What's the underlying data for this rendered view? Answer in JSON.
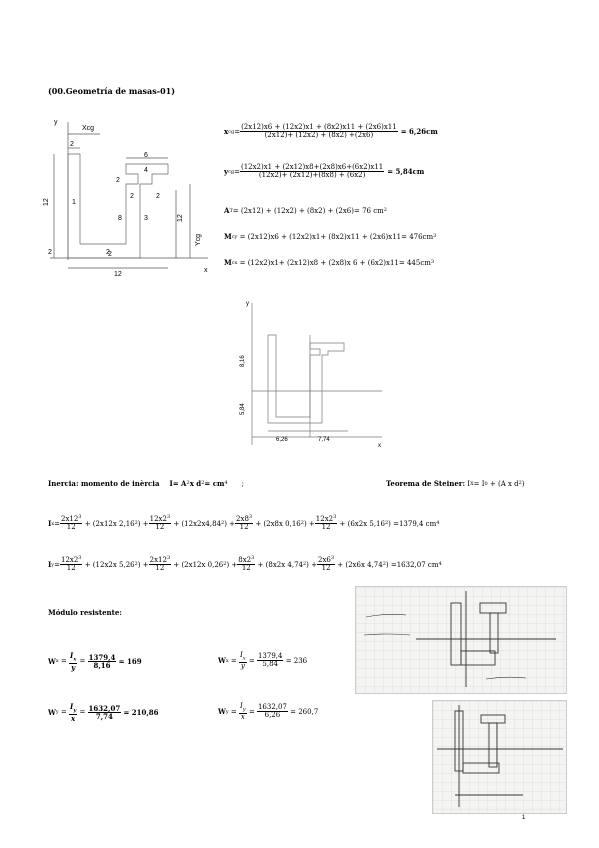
{
  "header": {
    "title": "(00.Geometría de masas-01)"
  },
  "figure1": {
    "labels": {
      "y": "y",
      "x": "x",
      "xcg": "Xcg",
      "ycg": "Ycg",
      "w_top_left": "2",
      "w_top_right": "6",
      "h_left": "12",
      "h_right": "12",
      "h_bottom": "2",
      "h_flange": "2",
      "w_bottom": "12",
      "w_mid": "2",
      "part1": "1",
      "part2": "2",
      "part3": "3",
      "part4": "4",
      "h_stem": "8",
      "w_stem_l": "2",
      "w_stem_r": "2"
    }
  },
  "centroid": {
    "xcg_label": "x",
    "xcg_sub": "cg",
    "xcg_num": "(2x12)x6 + (12x2)x1 + (8x2)x11 + (2x6)x11",
    "xcg_den": "(2x12)+ (12x2) + (8x2) +(2x6)",
    "xcg_result": "= 6,26cm",
    "ycg_label": "y",
    "ycg_sub": "cg",
    "ycg_num": "(12x2)x1 + (2x12)x8+(2x8)x6+(6x2)x11",
    "ycg_den": "(12x2)+ (2x12)+(8x8) + (6x2)",
    "ycg_result": "= 5,84cm",
    "area": "(2x12) + (12x2) + (8x2) + (2x6)= 76 cm",
    "area_label": "A",
    "area_sub": "T",
    "mcy_label": "M",
    "mcy_sub": "cy",
    "mcy": "= (2x12)x6 + (12x2)x1+ (8x2)x11 + (2x6)x11= 476cm",
    "mcx_label": "M",
    "mcx_sub": "cx",
    "mcx": "= (12x2)x1+ (2x12)x8 + (2x8)x 6 + (6x2)x11= 445cm"
  },
  "figure2": {
    "y": "y",
    "x": "x",
    "d1": "8,16",
    "d2": "5,84",
    "d3": "6,26",
    "d4": "7,74"
  },
  "inertia": {
    "title": "Inercia: momento de inèrcia",
    "formula": "I= A",
    "formula_mid": " x d",
    "formula_end": " = cm",
    "sep": ";",
    "steiner_title": "Teorema de Steiner:",
    "steiner_formula": "I",
    "steiner_mid": "= I",
    "steiner_end": "+ (A x d",
    "steiner_close": ")",
    "ix_label": "I",
    "ix_sub": "x",
    "ix_t1n": "2x12",
    "ix_t1e": "3",
    "ix_t1d": "12",
    "ix_t2": "+ (2x12x 2,16",
    "ix_t3n": "12x2",
    "ix_t3e": "3",
    "ix_t3d": "12",
    "ix_t4": "+ (12x2x4,84",
    "ix_t5n": "2x8",
    "ix_t5e": "3",
    "ix_t5d": "12",
    "ix_t6": "+ (2x8x 0,16",
    "ix_t7n": "12x2",
    "ix_t7e": "3",
    "ix_t7d": "12",
    "ix_t8": "+ (6x2x 5,16",
    "ix_result": ") =1379,4 cm",
    "iy_label": "I",
    "iy_sub": "y",
    "iy_t1n": "12x2",
    "iy_t1e": "3",
    "iy_t1d": "12",
    "iy_t2": "+ (12x2x 5,26",
    "iy_t3n": "2x12",
    "iy_t3e": "3",
    "iy_t3d": "12",
    "iy_t4": "+ (2x12x 0,26",
    "iy_t5n": "8x2",
    "iy_t5e": "3",
    "iy_t5d": "12",
    "iy_t6": "+ (8x2x 4,74",
    "iy_t7n": "2x6",
    "iy_t7e": "3",
    "iy_t7d": "12",
    "iy_t8": "+ (2x6x 4,74",
    "iy_result": ") =1632,07 cm"
  },
  "modulus": {
    "title": "Módulo resistente:",
    "wx1_label": "W",
    "wx1_sub": "x",
    "wx1_n": "I",
    "wx1_ns": "x",
    "wx1_d": "y",
    "wx1_vn": "1379,4",
    "wx1_vd": "8,16",
    "wx1_r": "= 169",
    "wx2_label": "W",
    "wx2_sub": "x",
    "wx2_n": "I",
    "wx2_ns": "x",
    "wx2_d": "y",
    "wx2_vn": "1379,4",
    "wx2_vd": "5,84",
    "wx2_r": "= 236",
    "wy1_label": "W",
    "wy1_sub": "y",
    "wy1_n": "I",
    "wy1_ns": "y",
    "wy1_d": "x",
    "wy1_vn": "1632,07",
    "wy1_vd": "7,74",
    "wy1_r": "= 210,86",
    "wy2_label": "W",
    "wy2_sub": "y",
    "wy2_n": "I",
    "wy2_ns": "y",
    "wy2_d": "x",
    "wy2_vn": "1632,07",
    "wy2_vd": "6,26",
    "wy2_r": "= 260,7"
  },
  "footer": {
    "page": "1"
  }
}
